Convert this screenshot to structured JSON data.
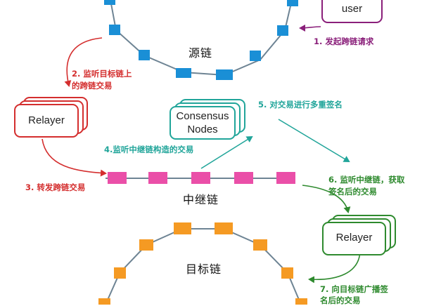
{
  "colors": {
    "blue": "#1a8fd6",
    "pink": "#ea4fa8",
    "orange": "#f59a23",
    "red": "#d42e2e",
    "teal": "#21a59a",
    "green": "#2e8a2e",
    "purple": "#8a1f7a",
    "line": "#6e8494"
  },
  "nodes": {
    "user": "user",
    "relayer_left": "Relayer",
    "consensus_line1": "Consensus",
    "consensus_line2": "Nodes",
    "relayer_right": "Relayer"
  },
  "chains": {
    "source": "源链",
    "relay": "中继链",
    "target": "目标链"
  },
  "steps": {
    "s1": "1. 发起跨链请求",
    "s2_line1": "2. 监听目标链上",
    "s2_line2": "的跨链交易",
    "s3": "3. 转发跨链交易",
    "s4": "4.监听中继链构造的交易",
    "s5": "5. 对交易进行多重签名",
    "s6_line1": "6. 监听中继链，获取",
    "s6_line2": "签名后的交易",
    "s7_line1": "7. 向目标链广播签",
    "s7_line2": "名后的交易"
  }
}
